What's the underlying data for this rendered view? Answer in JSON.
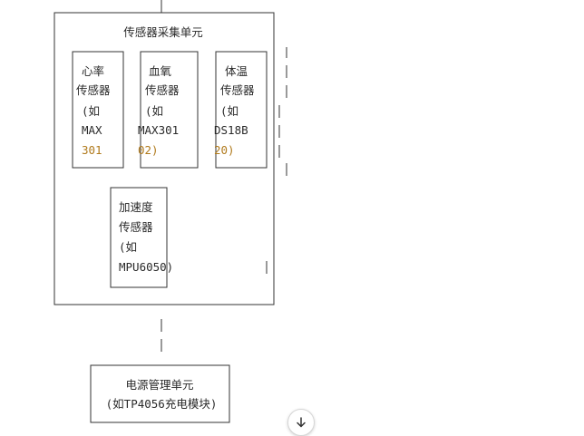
{
  "diagram": {
    "outer_title": "传感器采集单元",
    "sensors": [
      {
        "lines": [
          "心率",
          "传感器",
          "(如",
          "MAX",
          "301"
        ]
      },
      {
        "lines": [
          "血氧",
          "传感器",
          "(如",
          "MAX301",
          "02)"
        ]
      },
      {
        "lines": [
          "体温",
          "传感器",
          "(如",
          "DS18B",
          "20)"
        ]
      },
      {
        "lines": [
          "加速度",
          "传感器",
          "(如",
          "MPU6050)"
        ]
      }
    ],
    "power_unit": {
      "lines": [
        "电源管理单元",
        "(如TP4056充电模块)"
      ]
    }
  },
  "icons": {
    "scroll_down": "arrow-down-icon"
  }
}
